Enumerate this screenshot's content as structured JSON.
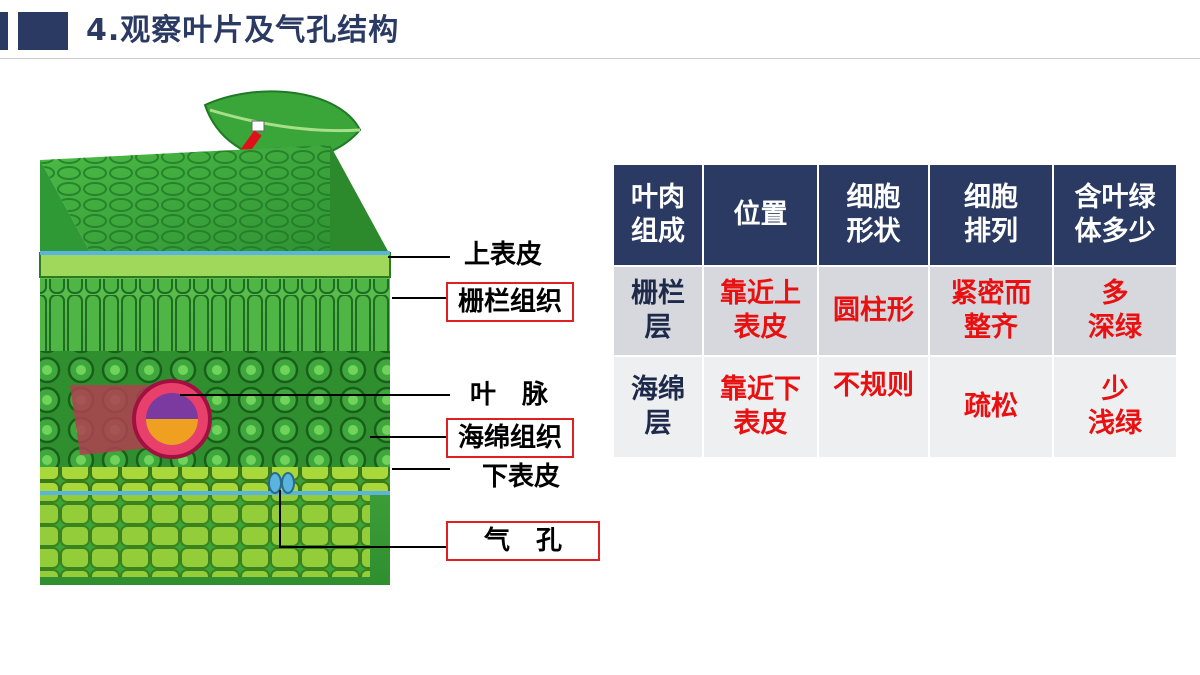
{
  "header": {
    "title": "4.观察叶片及气孔结构"
  },
  "diagram": {
    "labels": {
      "upper_epidermis": "上表皮",
      "palisade": "栅栏组织",
      "vein": "叶　脉",
      "spongy": "海绵组织",
      "lower_epidermis": "下表皮",
      "stoma": "气　孔"
    },
    "colors": {
      "leaf_green": "#2f9e3a",
      "arrow_red": "#e0101a",
      "box_red": "#e02020"
    }
  },
  "table": {
    "headers": [
      [
        "叶肉",
        "组成"
      ],
      [
        "位置"
      ],
      [
        "细胞",
        "形状"
      ],
      [
        "细胞",
        "排列"
      ],
      [
        "含叶绿",
        "体多少"
      ]
    ],
    "rows": [
      {
        "name": [
          "栅栏",
          "层"
        ],
        "position": [
          "靠近上",
          "表皮"
        ],
        "shape": [
          "圆柱形"
        ],
        "arrangement": [
          "紧密而",
          "整齐"
        ],
        "chlorophyll": [
          "多",
          "深绿"
        ]
      },
      {
        "name": [
          "海绵",
          "层"
        ],
        "position": [
          "靠近下",
          "表皮"
        ],
        "shape": [
          "不规则"
        ],
        "arrangement": [
          "疏松"
        ],
        "chlorophyll": [
          "少",
          "浅绿"
        ]
      }
    ],
    "colors": {
      "header_bg": "#2a3a62",
      "accent_text": "#e81010",
      "row1_bg": "#d6d8dd",
      "row2_bg": "#eeeff1"
    }
  }
}
